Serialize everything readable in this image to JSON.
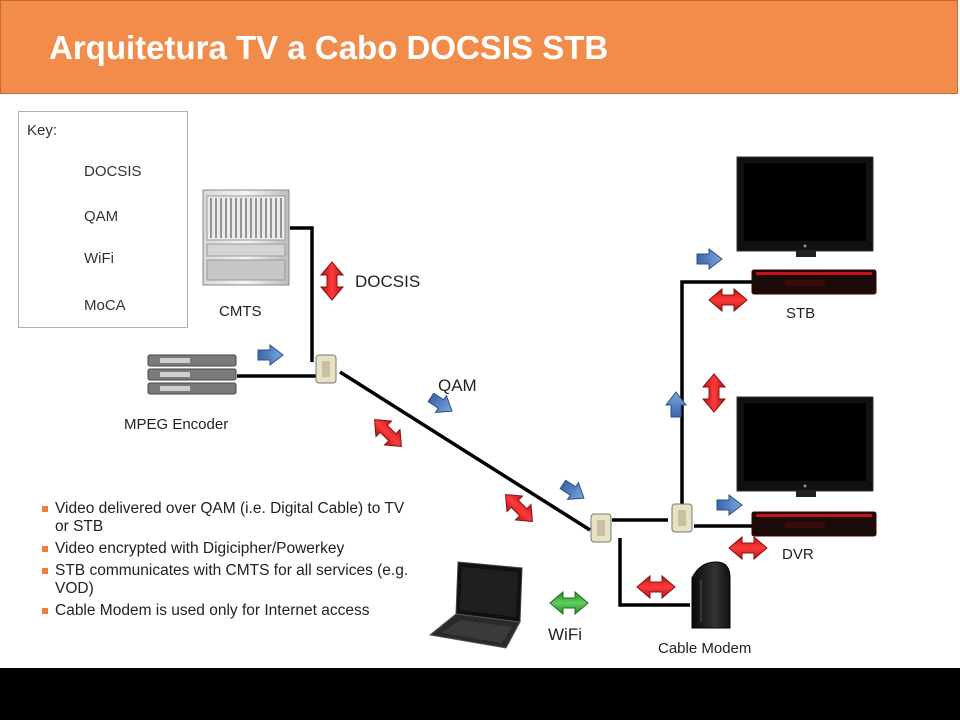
{
  "slide": {
    "title": "Arquitetura TV a Cabo DOCSIS STB"
  },
  "key": {
    "heading": "Key:",
    "items": [
      {
        "label": "DOCSIS",
        "color": "#e8252b"
      },
      {
        "label": "QAM",
        "color": "#4a7cc3"
      },
      {
        "label": "WiFi",
        "color": "#3aa83a"
      },
      {
        "label": "MoCA",
        "color": "#fbd3b6"
      }
    ]
  },
  "devices": {
    "cmts": "CMTS",
    "mpeg_encoder": "MPEG Encoder",
    "stb": "STB",
    "dvr": "DVR",
    "cable_modem": "Cable Modem"
  },
  "links": {
    "docsis": "DOCSIS",
    "qam": "QAM",
    "wifi": "WiFi"
  },
  "bullets": [
    "Video delivered over QAM (i.e. Digital Cable) to TV or STB",
    "Video encrypted with Digicipher/Powerkey",
    "STB communicates with CMTS for all services (e.g. VOD)",
    "Cable Modem is used only for Internet access"
  ]
}
